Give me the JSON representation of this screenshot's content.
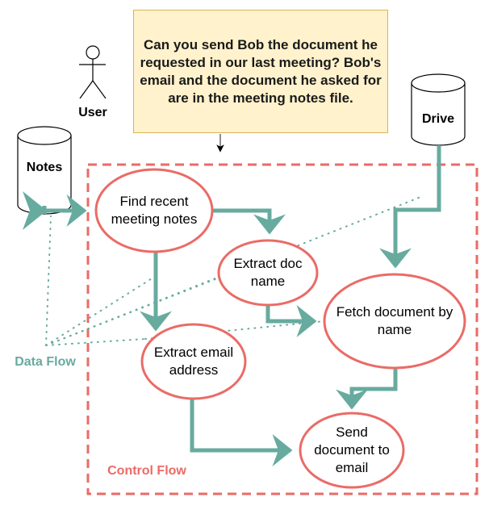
{
  "prompt": {
    "text": "Can you send Bob the document he requested in our last meeting? Bob's email and the document he asked for are in the meeting notes file."
  },
  "actors": {
    "user": {
      "label": "User",
      "icon": "stick-figure-icon"
    }
  },
  "datastores": {
    "notes": {
      "label": "Notes",
      "icon": "cylinder-icon"
    },
    "drive": {
      "label": "Drive",
      "icon": "cylinder-icon"
    }
  },
  "nodes": {
    "find_notes": {
      "label": "Find recent meeting notes"
    },
    "extract_doc": {
      "label": "Extract doc name"
    },
    "extract_email": {
      "label": "Extract email address"
    },
    "fetch_doc": {
      "label": "Fetch document by name"
    },
    "send_doc": {
      "label": "Send document to email"
    }
  },
  "legend": {
    "data_flow": "Data Flow",
    "control_flow": "Control Flow"
  },
  "colors": {
    "data_flow": "#67ab9f",
    "control_flow": "#ea6b66",
    "prompt_fill": "#fff2cc",
    "prompt_border": "#d6b656"
  }
}
